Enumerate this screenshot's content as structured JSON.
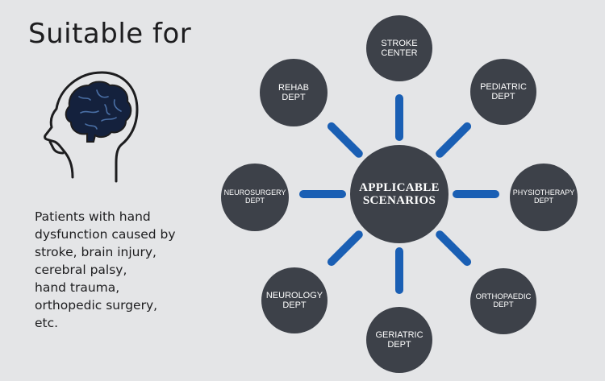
{
  "heading": "Suitable for",
  "description_lines": [
    "Patients with hand",
    "dysfunction caused by",
    "stroke, brain injury,",
    "cerebral palsy,",
    "hand trauma,",
    "orthopedic surgery,",
    "etc."
  ],
  "diagram": {
    "center": [
      "APPLICABLE",
      "SCENARIOS"
    ],
    "departments": [
      {
        "name": "stroke-center",
        "lines": [
          "STROKE",
          "CENTER"
        ]
      },
      {
        "name": "pediatric-dept",
        "lines": [
          "PEDIATRIC",
          "DEPT"
        ]
      },
      {
        "name": "physiotherapy-dept",
        "lines": [
          "PHYSIOTHERAPY",
          "DEPT"
        ]
      },
      {
        "name": "orthopaedic-dept",
        "lines": [
          "ORTHOPAEDIC",
          "DEPT"
        ]
      },
      {
        "name": "geriatric-dept",
        "lines": [
          "GERIATRIC",
          "DEPT"
        ]
      },
      {
        "name": "neurology-dept",
        "lines": [
          "NEUROLOGY",
          "DEPT"
        ]
      },
      {
        "name": "neurosurgery-dept",
        "lines": [
          "NEUROSURGERY",
          "DEPT"
        ]
      },
      {
        "name": "rehab-dept",
        "lines": [
          "REHAB",
          "DEPT"
        ]
      }
    ]
  },
  "colors": {
    "background": "#e4e5e7",
    "node": "#3d4149",
    "connector": "#1a5fb4",
    "brain": "#14213d"
  },
  "icons": {
    "head": "head-with-brain-icon"
  }
}
